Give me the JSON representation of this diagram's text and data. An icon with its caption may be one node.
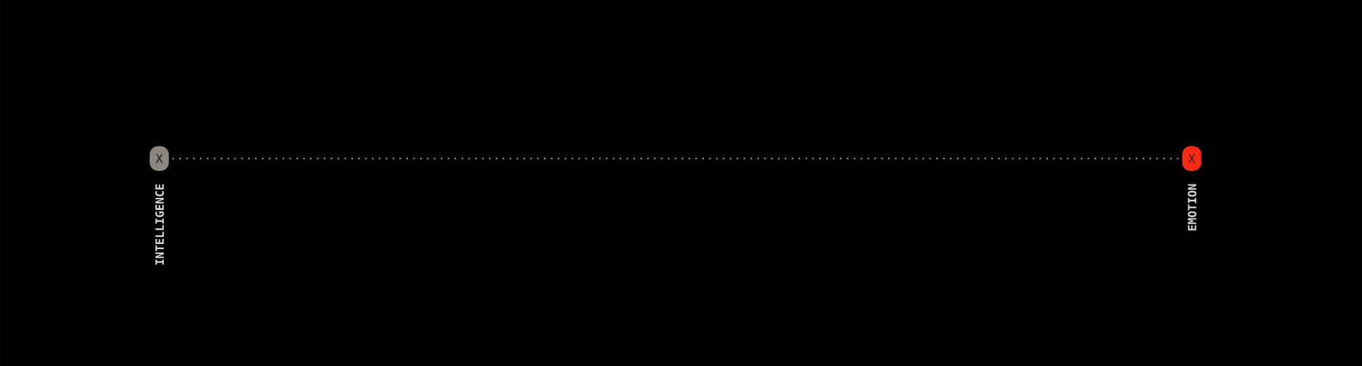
{
  "diagram": {
    "nodes": [
      {
        "text": [
          "X"
        ],
        "beside": [
          "INTELLIGENCE"
        ]
      },
      {
        "text": [
          "X"
        ],
        "beside": [
          "EMOTION"
        ]
      }
    ],
    "edges": [
      {
        "from": 0,
        "to": 1,
        "arrow": "none",
        "style": "dashed"
      }
    ]
  }
}
